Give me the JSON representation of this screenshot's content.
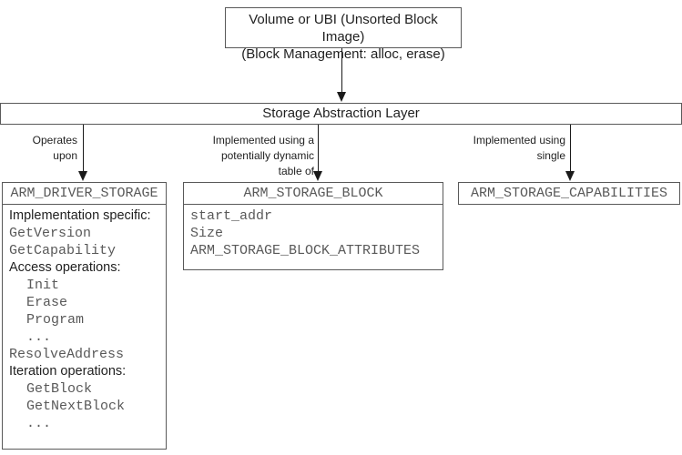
{
  "top_box": {
    "line1": "Volume or UBI (Unsorted Block Image)",
    "line2": "(Block Management: alloc, erase)"
  },
  "sal": {
    "label": "Storage Abstraction Layer"
  },
  "edges": {
    "left": {
      "line1": "Operates",
      "line2": "upon"
    },
    "middle": {
      "line1": "Implemented using a",
      "line2": "potentially dynamic",
      "line3": "table of"
    },
    "right": {
      "line1": "Implemented using",
      "line2": "single"
    }
  },
  "driver_box": {
    "header": "ARM_DRIVER_STORAGE",
    "rows": [
      "Implementation specific:",
      "GetVersion",
      "GetCapability",
      "Access operations:",
      "Init",
      "Erase",
      "Program",
      "...",
      "ResolveAddress",
      "Iteration operations:",
      "GetBlock",
      "GetNextBlock",
      "..."
    ]
  },
  "block_box": {
    "header": "ARM_STORAGE_BLOCK",
    "rows": [
      "start_addr",
      "Size",
      "ARM_STORAGE_BLOCK_ATTRIBUTES"
    ]
  },
  "capabilities_box": {
    "header": "ARM_STORAGE_CAPABILITIES"
  },
  "colors": {
    "border": "#595959",
    "text": "#1f1f1f",
    "mono_text": "#595959",
    "arrow": "#1a1a1a"
  }
}
